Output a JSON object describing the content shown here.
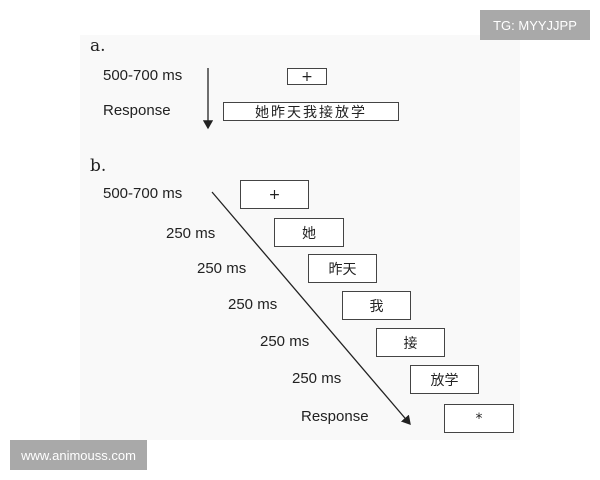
{
  "watermarks": {
    "top": "TG: MYYJJPP",
    "bottom": "www.animouss.com"
  },
  "panel_a": {
    "label": "a.",
    "rows": [
      {
        "time": "500-700 ms",
        "stimulus": "+"
      },
      {
        "time": "Response",
        "stimulus": "她昨天我接放学"
      }
    ]
  },
  "panel_b": {
    "label": "b.",
    "rows": [
      {
        "time": "500-700 ms",
        "stimulus": "+"
      },
      {
        "time": "250 ms",
        "stimulus": "她"
      },
      {
        "time": "250 ms",
        "stimulus": "昨天"
      },
      {
        "time": "250 ms",
        "stimulus": "我"
      },
      {
        "time": "250 ms",
        "stimulus": "接"
      },
      {
        "time": "250 ms",
        "stimulus": "放学"
      },
      {
        "time": "Response",
        "stimulus": "*"
      }
    ]
  }
}
